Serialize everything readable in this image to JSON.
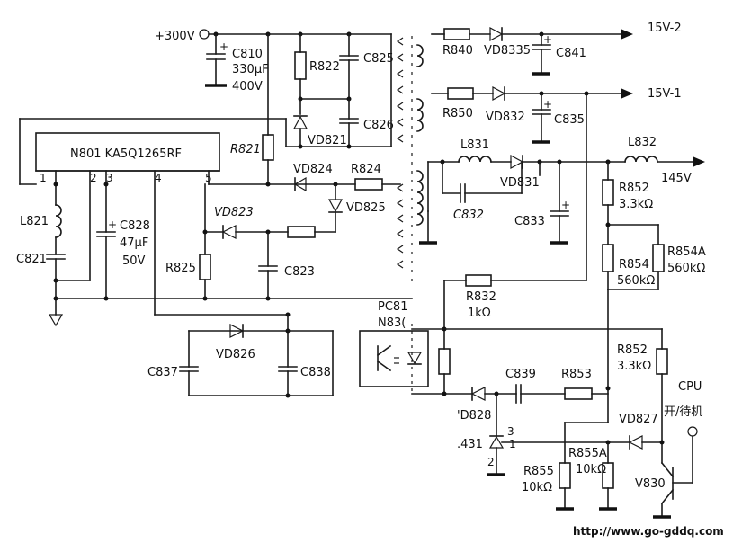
{
  "labels": {
    "v300": "+300V",
    "c810": "C810",
    "c810_val": "330μF",
    "c810_volt": "400V",
    "r822": "R822",
    "c825": "C825",
    "c826": "C826",
    "vd821": "VD821",
    "r821": "R821",
    "vd824": "VD824",
    "r824": "R824",
    "vd825": "VD825",
    "vd823": "VD823",
    "r825": "R825",
    "c823": "C823",
    "ic": "N801  KA5Q1265RF",
    "pin1": "1",
    "pin2": "2",
    "pin3": "3",
    "pin4": "4",
    "pin5": "5",
    "l821": "L821",
    "c821": "C821",
    "c828": "C828",
    "c828_val": "47μF",
    "c828_volt": "50V",
    "r840": "R840",
    "vd8335": "VD8335",
    "c841": "C841",
    "out1": "15V-2",
    "r850": "R850",
    "vd832": "VD832",
    "c835": "C835",
    "out2": "15V-1",
    "l831": "L831",
    "vd831": "VD831",
    "c832": "C832",
    "c833": "C833",
    "l832": "L832",
    "out3": "145V",
    "r852a": "R852",
    "r852a_val": "3.3kΩ",
    "r854": "R854",
    "r854_val": "560kΩ",
    "r854a": "R854A",
    "r854a_val": "560kΩ",
    "r832": "R832",
    "r832_val": "1kΩ",
    "pc81": "PC81",
    "n83": "N83(",
    "vd826": "VD826",
    "c837": "C837",
    "c838": "C838",
    "r852b": "R852",
    "r852b_val": "3.3kΩ",
    "c839": "C839",
    "r853": "R853",
    "vd828": "'D828",
    "vd827": "VD827",
    "cpu": "CPU",
    "standby": "开/待机",
    "n431": ".431",
    "tl3": "3",
    "tl1": "1",
    "tl2": "2",
    "r855": "R855",
    "r855_val": "10kΩ",
    "r855a": "R855A",
    "r855a_val": "10kΩ",
    "v830": "V830",
    "url": "http://www.go-gddq.com"
  }
}
